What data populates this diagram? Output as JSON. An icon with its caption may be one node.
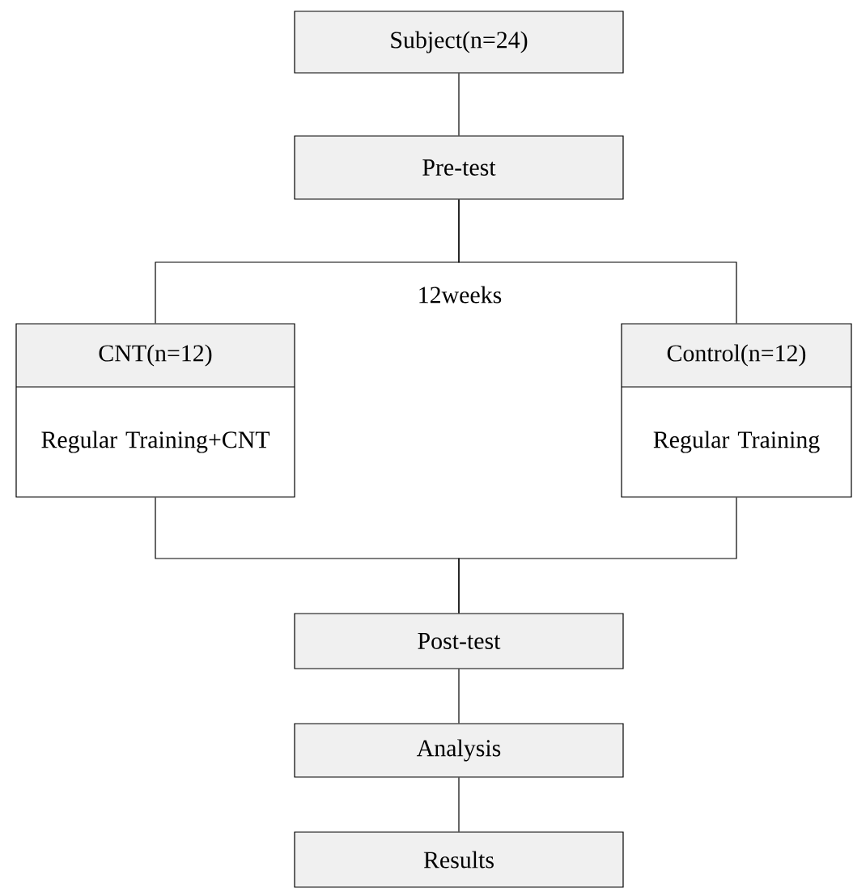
{
  "diagram": {
    "nodes": [
      {
        "text": [
          "Subject(n=24)"
        ]
      },
      {
        "text": [
          "Pre-test"
        ]
      },
      {
        "text": [
          "CNT(n=12)",
          "Regular Training+CNT"
        ]
      },
      {
        "text": [
          "Control(n=12)",
          "Regular Training"
        ]
      },
      {
        "text": [
          "Post-test"
        ]
      },
      {
        "text": [
          "Analysis"
        ]
      },
      {
        "text": [
          "Results"
        ]
      }
    ],
    "edges": [
      {
        "from": 0,
        "to": 1,
        "arrow": "none"
      },
      {
        "from": 1,
        "to": 2,
        "arrow": "none"
      },
      {
        "from": 1,
        "to": 3,
        "arrow": "none"
      },
      {
        "from": 2,
        "to": 4,
        "arrow": "none"
      },
      {
        "from": 3,
        "to": 4,
        "arrow": "none"
      },
      {
        "from": 4,
        "to": 5,
        "arrow": "none"
      },
      {
        "from": 5,
        "to": 6,
        "arrow": "none"
      }
    ],
    "labels": [
      "12weeks"
    ]
  }
}
